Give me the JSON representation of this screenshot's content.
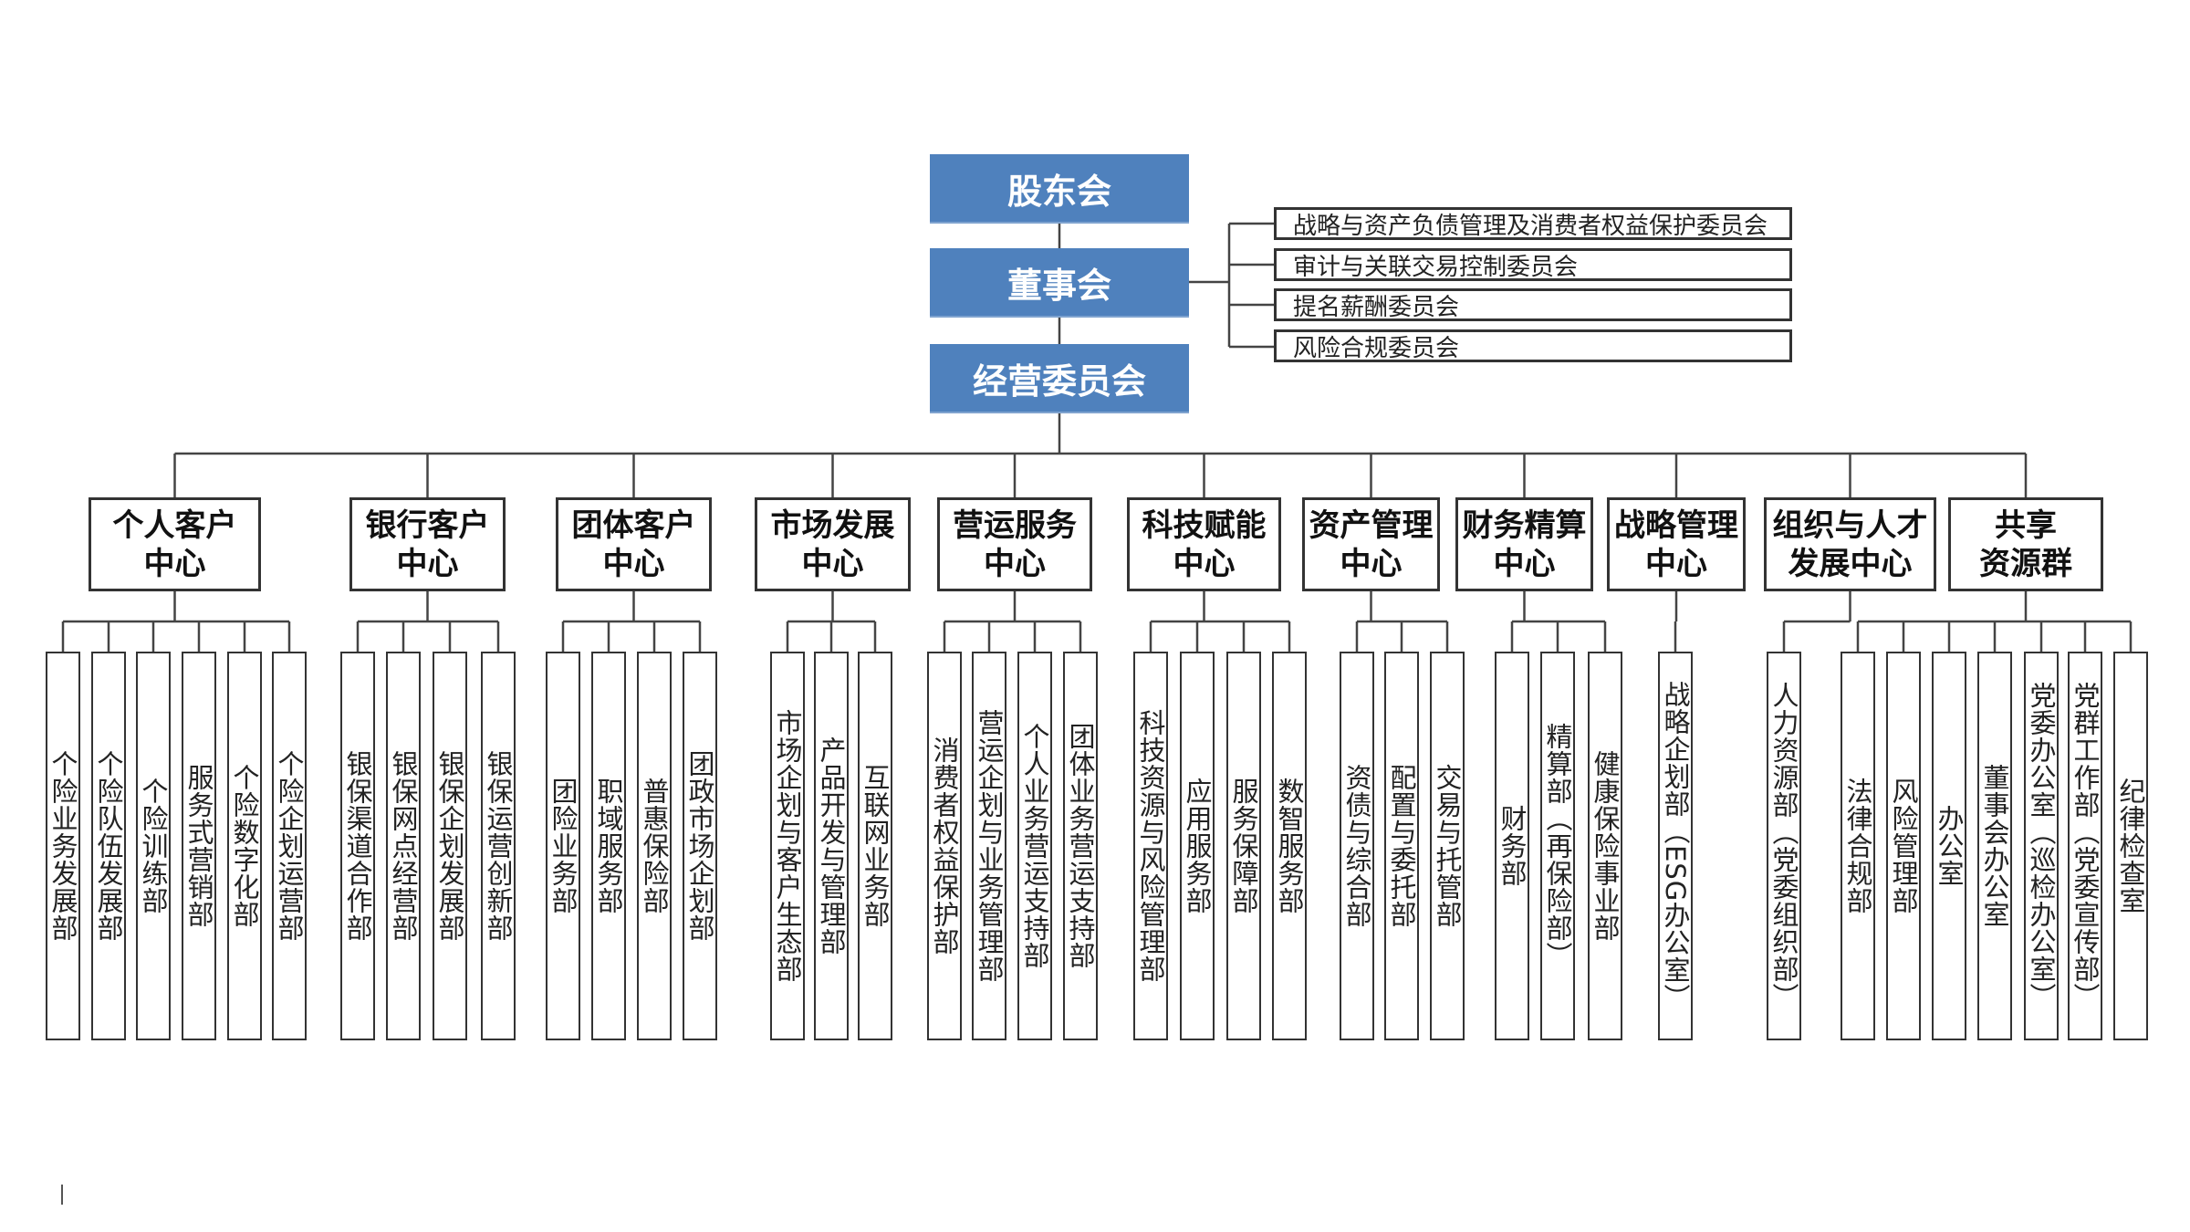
{
  "governance": {
    "shareholders": "股东会",
    "board": "董事会",
    "executive": "经营委员会"
  },
  "committees": [
    "战略与资产负债管理及消费者权益保护委员会",
    "审计与关联交易控制委员会",
    "提名薪酬委员会",
    "风险合规委员会"
  ],
  "groups": [
    {
      "line1": "个人客户",
      "line2": "中心",
      "departments": [
        "个险业务发展部",
        "个险队伍发展部",
        "个险训练部",
        "服务式营销部",
        "个险数字化部",
        "个险企划运营部"
      ]
    },
    {
      "line1": "银行客户",
      "line2": "中心",
      "departments": [
        "银保渠道合作部",
        "银保网点经营部",
        "银保企划发展部",
        "银保运营创新部"
      ]
    },
    {
      "line1": "团体客户",
      "line2": "中心",
      "departments": [
        "团险业务部",
        "职域服务部",
        "普惠保险部",
        "团政市场企划部"
      ]
    },
    {
      "line1": "市场发展",
      "line2": "中心",
      "departments": [
        "市场企划与客户生态部",
        "产品开发与管理部",
        "互联网业务部"
      ]
    },
    {
      "line1": "营运服务",
      "line2": "中心",
      "departments": [
        "消费者权益保护部",
        "营运企划与业务管理部",
        "个人业务营运支持部",
        "团体业务营运支持部"
      ]
    },
    {
      "line1": "科技赋能",
      "line2": "中心",
      "departments": [
        "科技资源与风险管理部",
        "应用服务部",
        "服务保障部",
        "数智服务部"
      ]
    },
    {
      "line1": "资产管理",
      "line2": "中心",
      "departments": [
        "资债与综合部",
        "配置与委托部",
        "交易与托管部"
      ]
    },
    {
      "line1": "财务精算",
      "line2": "中心",
      "departments": [
        "财务部",
        "精算部（再保险部）",
        "健康保险事业部"
      ]
    },
    {
      "line1": "战略管理",
      "line2": "中心",
      "departments": [
        "战略企划部（ESG办公室）"
      ]
    },
    {
      "line1": "组织与人才",
      "line2": "发展中心",
      "departments": [
        "人力资源部（党委组织部）"
      ]
    },
    {
      "line1": "共享",
      "line2": "资源群",
      "departments": [
        "法律合规部",
        "风险管理部",
        "办公室",
        "董事会办公室",
        "党委办公室（巡检办公室）",
        "党群工作部（党委宣传部）",
        "纪律检查室"
      ]
    }
  ],
  "colors": {
    "governance_fill": "#4f81bd",
    "line": "#444444"
  }
}
